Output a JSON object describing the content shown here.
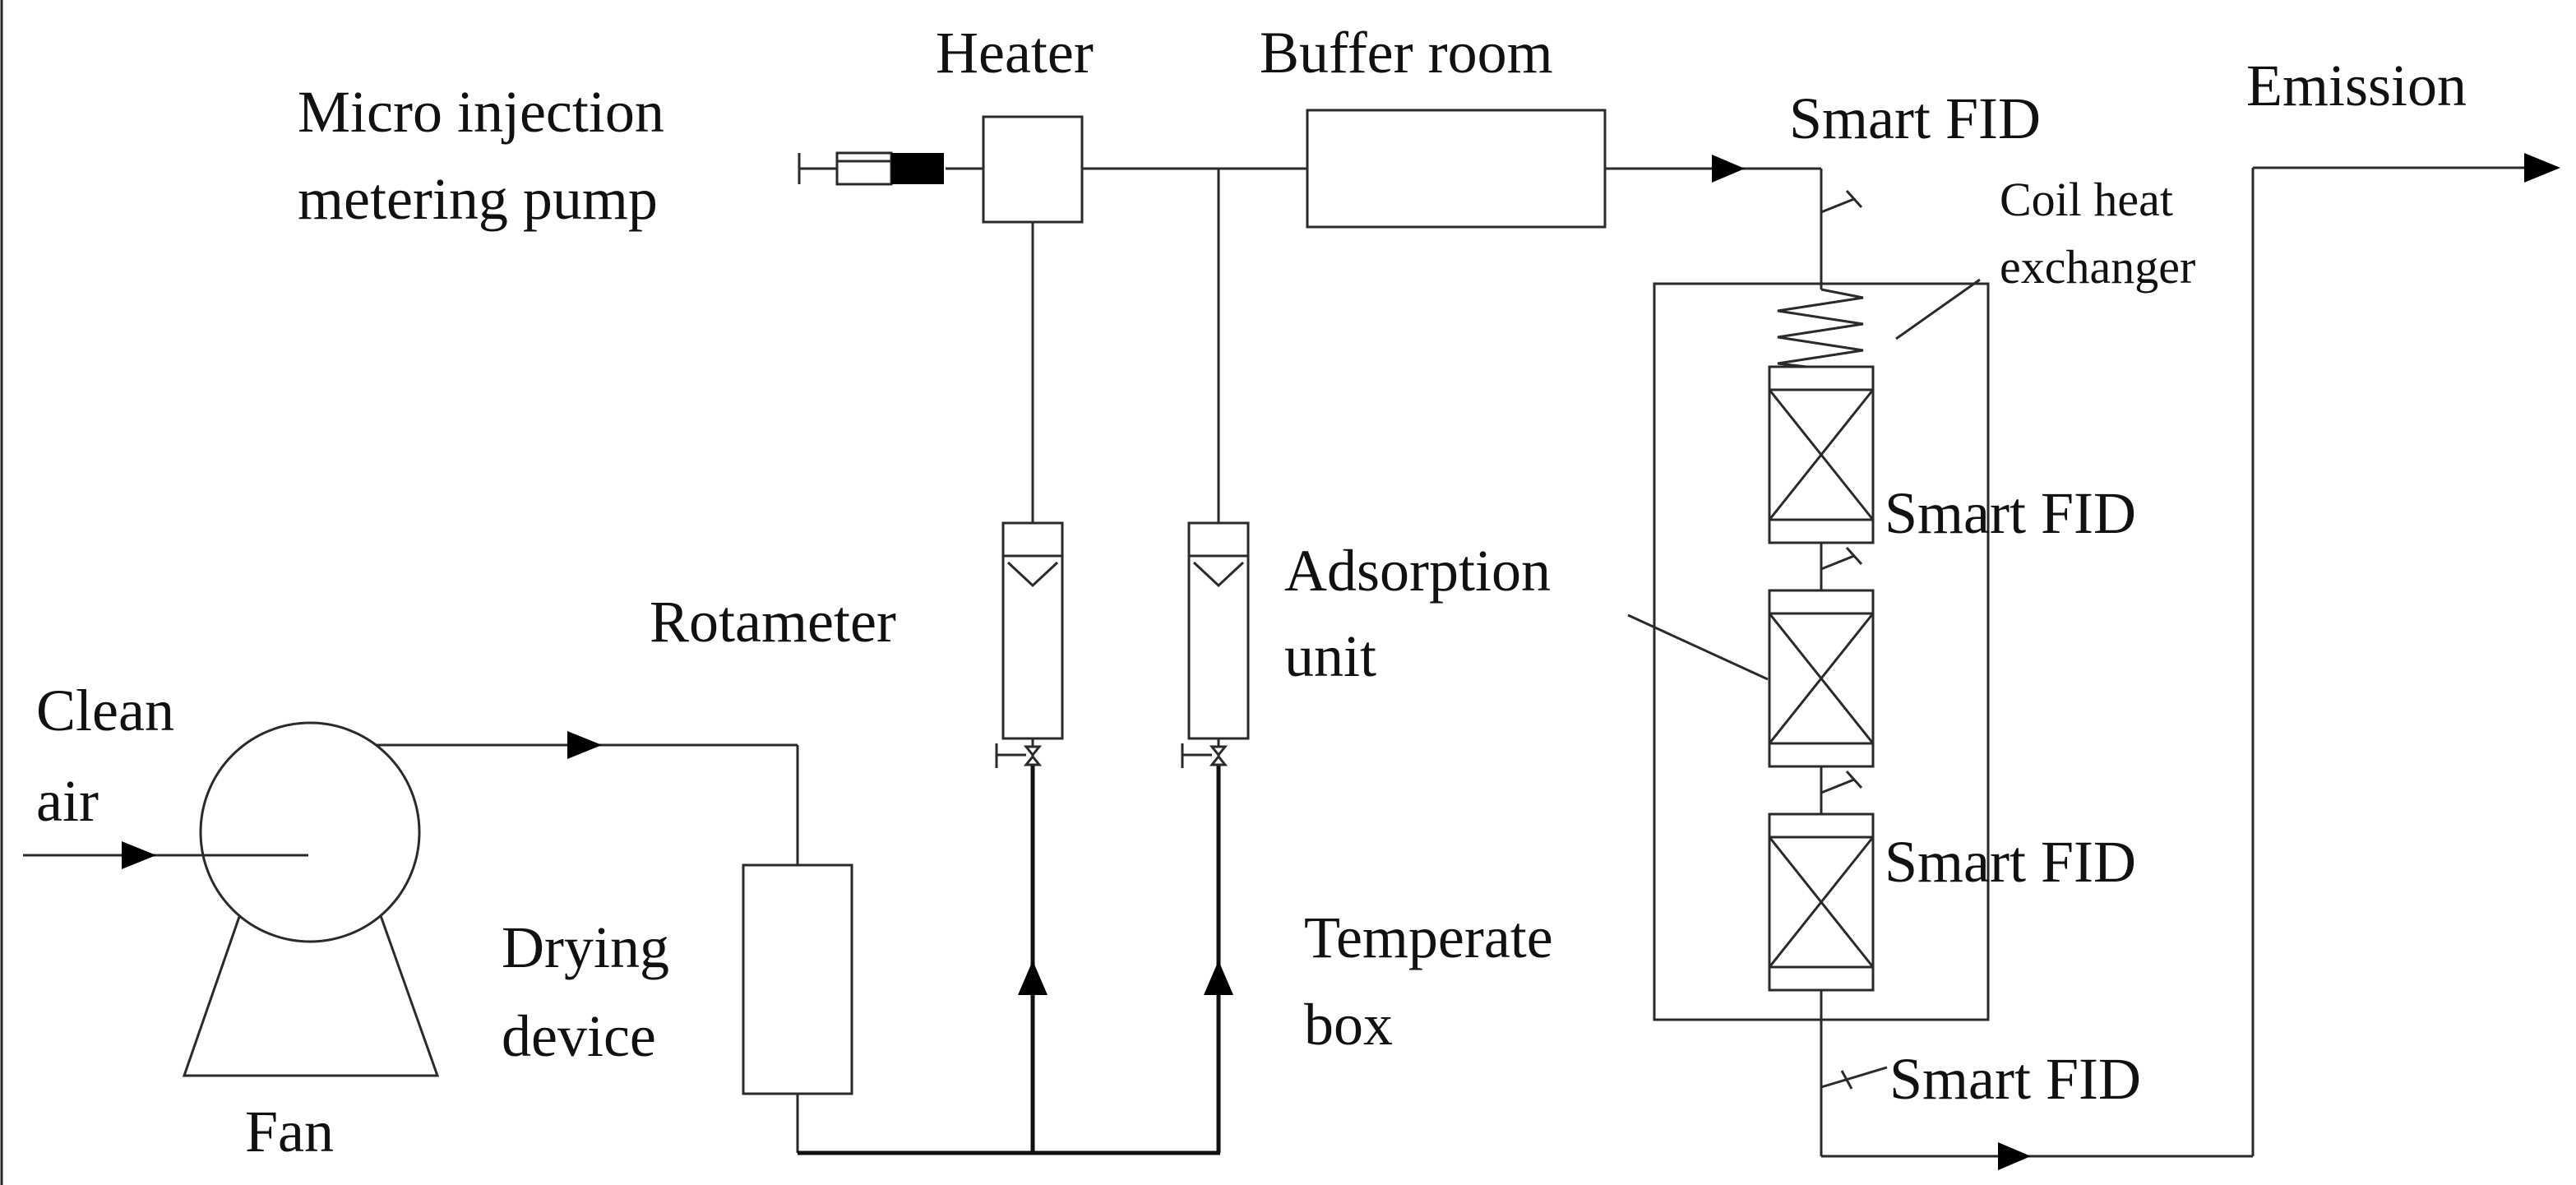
{
  "labels": {
    "heater": "Heater",
    "buffer_room": "Buffer room",
    "pump_line1": "Micro injection",
    "pump_line2": "metering pump",
    "emission": "Emission",
    "smart_fid_top": "Smart FID",
    "coil_line1": "Coil heat",
    "coil_line2": "exchanger",
    "smart_fid_1": "Smart FID",
    "adsorption_line1": "Adsorption",
    "adsorption_line2": "unit",
    "rotameter": "Rotameter",
    "clean_line1": "Clean",
    "clean_line2": "air",
    "smart_fid_2": "Smart FID",
    "drying_line1": "Drying",
    "drying_line2": "device",
    "temperate_line1": "Temperate",
    "temperate_line2": "box",
    "smart_fid_bottom": "Smart FID",
    "fan": "Fan"
  },
  "colors": {
    "line": "#2a2a2a",
    "pump_plunger": "#000000",
    "text": "#111111",
    "background": "#ffffff"
  }
}
